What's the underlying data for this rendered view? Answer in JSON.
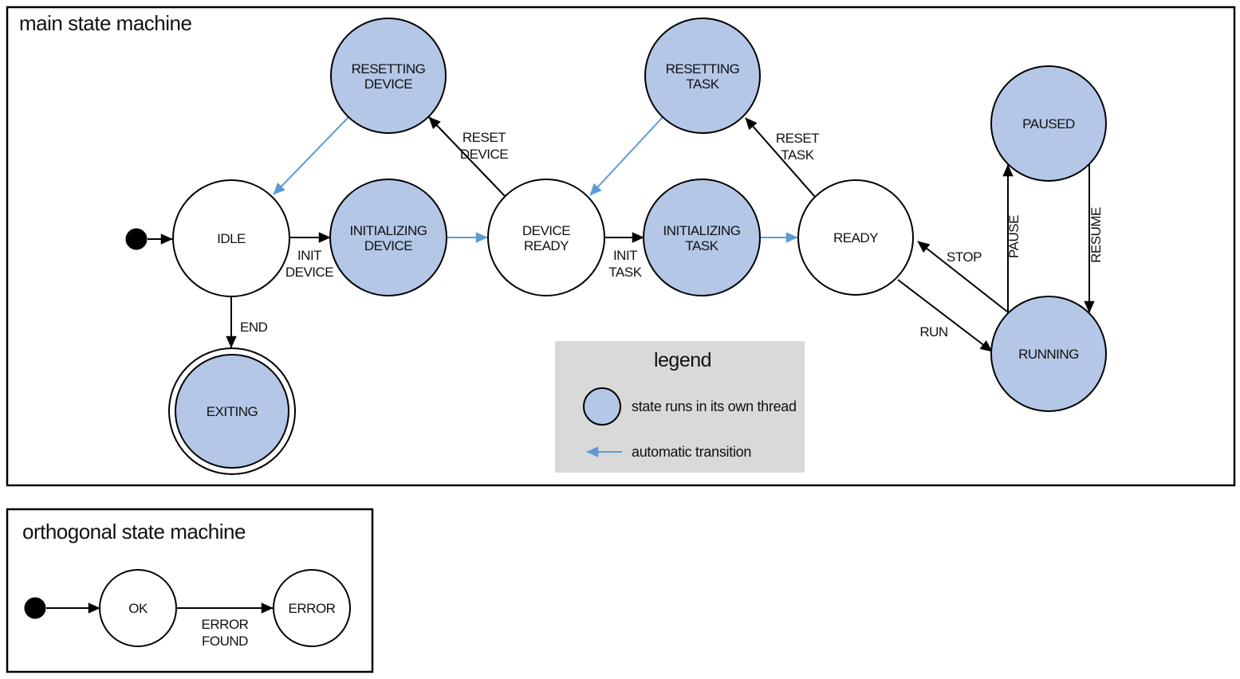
{
  "colors": {
    "threaded_state_fill": "#b4c7e7",
    "automatic_transition_arrow": "#5b9bd5",
    "normal_edge": "#000000",
    "legend_background": "#d9d9d9"
  },
  "main_machine": {
    "title": "main state machine",
    "initial_state": "IDLE",
    "final_state": "EXITING",
    "states": {
      "idle": {
        "label_lines": [
          "IDLE"
        ],
        "threaded": false,
        "initial": true
      },
      "resetting_device": {
        "label_lines": [
          "RESETTING",
          "DEVICE"
        ],
        "threaded": true
      },
      "initializing_device": {
        "label_lines": [
          "INITIALIZING",
          "DEVICE"
        ],
        "threaded": true
      },
      "device_ready": {
        "label_lines": [
          "DEVICE",
          "READY"
        ],
        "threaded": false
      },
      "resetting_task": {
        "label_lines": [
          "RESETTING",
          "TASK"
        ],
        "threaded": true
      },
      "initializing_task": {
        "label_lines": [
          "INITIALIZING",
          "TASK"
        ],
        "threaded": true
      },
      "ready": {
        "label_lines": [
          "READY"
        ],
        "threaded": false
      },
      "paused": {
        "label_lines": [
          "PAUSED"
        ],
        "threaded": true
      },
      "running": {
        "label_lines": [
          "RUNNING"
        ],
        "threaded": true
      },
      "exiting": {
        "label_lines": [
          "EXITING"
        ],
        "threaded": true,
        "final": true
      }
    },
    "transitions": {
      "init_device": {
        "label_lines": [
          "INIT",
          "DEVICE"
        ],
        "from": "IDLE",
        "to": "INITIALIZING DEVICE",
        "automatic": false
      },
      "reset_device": {
        "label_lines": [
          "RESET",
          "DEVICE"
        ],
        "from": "DEVICE READY",
        "to": "RESETTING DEVICE",
        "automatic": false
      },
      "init_task": {
        "label_lines": [
          "INIT",
          "TASK"
        ],
        "from": "DEVICE READY",
        "to": "INITIALIZING TASK",
        "automatic": false
      },
      "reset_task": {
        "label_lines": [
          "RESET",
          "TASK"
        ],
        "from": "READY",
        "to": "RESETTING TASK",
        "automatic": false
      },
      "run": {
        "label_lines": [
          "RUN"
        ],
        "from": "READY",
        "to": "RUNNING",
        "automatic": false
      },
      "stop": {
        "label_lines": [
          "STOP"
        ],
        "from": "RUNNING",
        "to": "READY",
        "automatic": false
      },
      "pause": {
        "label_lines": [
          "PAUSE"
        ],
        "from": "RUNNING",
        "to": "PAUSED",
        "automatic": false
      },
      "resume": {
        "label_lines": [
          "RESUME"
        ],
        "from": "PAUSED",
        "to": "RUNNING",
        "automatic": false
      },
      "end": {
        "label_lines": [
          "END"
        ],
        "from": "IDLE",
        "to": "EXITING",
        "automatic": false
      },
      "auto_resetting_device_to_idle": {
        "label_lines": [],
        "from": "RESETTING DEVICE",
        "to": "IDLE",
        "automatic": true
      },
      "auto_initializing_device_to_ready": {
        "label_lines": [],
        "from": "INITIALIZING DEVICE",
        "to": "DEVICE READY",
        "automatic": true
      },
      "auto_resetting_task_to_device_ready": {
        "label_lines": [],
        "from": "RESETTING TASK",
        "to": "DEVICE READY",
        "automatic": true
      },
      "auto_initializing_task_to_ready": {
        "label_lines": [],
        "from": "INITIALIZING TASK",
        "to": "READY",
        "automatic": true
      }
    }
  },
  "legend": {
    "title": "legend",
    "threaded_state_label": "state runs in its own thread",
    "automatic_transition_label": "automatic transition"
  },
  "orthogonal_machine": {
    "title": "orthogonal state machine",
    "initial_state": "OK",
    "states": {
      "ok": {
        "label_lines": [
          "OK"
        ],
        "threaded": false,
        "initial": true
      },
      "error": {
        "label_lines": [
          "ERROR"
        ],
        "threaded": false
      }
    },
    "transitions": {
      "error_found": {
        "label_lines": [
          "ERROR",
          "FOUND"
        ],
        "from": "OK",
        "to": "ERROR",
        "automatic": false
      }
    }
  }
}
